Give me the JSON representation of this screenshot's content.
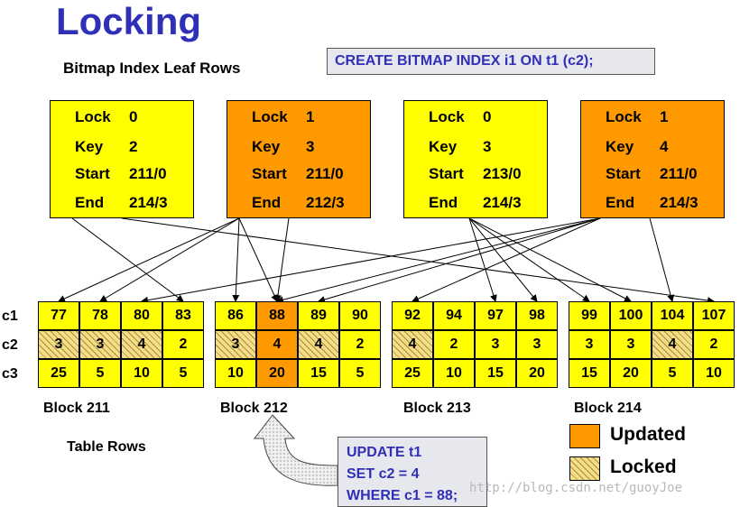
{
  "title": "Locking",
  "bitmap_index_label": "Bitmap Index Leaf Rows",
  "create_statement": "CREATE BITMAP INDEX i1 ON t1 (c2);",
  "leaf_rows": [
    {
      "color": "#ffff00",
      "fields": [
        {
          "label": "Lock",
          "value": "0"
        },
        {
          "label": "Key",
          "value": "2"
        },
        {
          "label": "Start",
          "value": "211/0"
        },
        {
          "label": "End",
          "value": "214/3"
        }
      ]
    },
    {
      "color": "#ff9900",
      "fields": [
        {
          "label": "Lock",
          "value": "1"
        },
        {
          "label": "Key",
          "value": "3"
        },
        {
          "label": "Start",
          "value": "211/0"
        },
        {
          "label": "End",
          "value": "212/3"
        }
      ]
    },
    {
      "color": "#ffff00",
      "fields": [
        {
          "label": "Lock",
          "value": "0"
        },
        {
          "label": "Key",
          "value": "3"
        },
        {
          "label": "Start",
          "value": "213/0"
        },
        {
          "label": "End",
          "value": "214/3"
        }
      ]
    },
    {
      "color": "#ff9900",
      "fields": [
        {
          "label": "Lock",
          "value": "1"
        },
        {
          "label": "Key",
          "value": "4"
        },
        {
          "label": "Start",
          "value": "211/0"
        },
        {
          "label": "End",
          "value": "214/3"
        }
      ]
    }
  ],
  "row_labels": [
    "c1",
    "c2",
    "c3"
  ],
  "blocks": [
    {
      "label": "Block 211",
      "c1": [
        "77",
        "78",
        "80",
        "83"
      ],
      "c2": [
        "3",
        "3",
        "4",
        "2"
      ],
      "c3": [
        "25",
        "5",
        "10",
        "5"
      ],
      "c2_state": [
        "locked",
        "locked",
        "locked",
        "normal"
      ]
    },
    {
      "label": "Block 212",
      "c1": [
        "86",
        "88",
        "89",
        "90"
      ],
      "c2": [
        "3",
        "4",
        "4",
        "2"
      ],
      "c3": [
        "10",
        "20",
        "15",
        "5"
      ],
      "c2_state": [
        "locked",
        "updated",
        "locked",
        "normal"
      ],
      "updated_column": 1
    },
    {
      "label": "Block 213",
      "c1": [
        "92",
        "94",
        "97",
        "98"
      ],
      "c2": [
        "4",
        "2",
        "3",
        "3"
      ],
      "c3": [
        "25",
        "10",
        "15",
        "20"
      ],
      "c2_state": [
        "locked",
        "normal",
        "normal",
        "normal"
      ]
    },
    {
      "label": "Block 214",
      "c1": [
        "99",
        "100",
        "104",
        "107"
      ],
      "c2": [
        "3",
        "3",
        "4",
        "2"
      ],
      "c3": [
        "15",
        "20",
        "5",
        "10"
      ],
      "c2_state": [
        "normal",
        "normal",
        "locked",
        "normal"
      ]
    }
  ],
  "table_rows_label": "Table Rows",
  "update_statement": {
    "line1": "UPDATE t1",
    "line2": "SET c2 = 4",
    "line3": "WHERE c1 = 88;"
  },
  "legend": {
    "updated": "Updated",
    "locked": "Locked"
  },
  "colors": {
    "updated": "#ff9900",
    "normal": "#ffff00",
    "title": "#2f2fb8"
  },
  "watermark": "http://blog.csdn.net/guoyJoe"
}
